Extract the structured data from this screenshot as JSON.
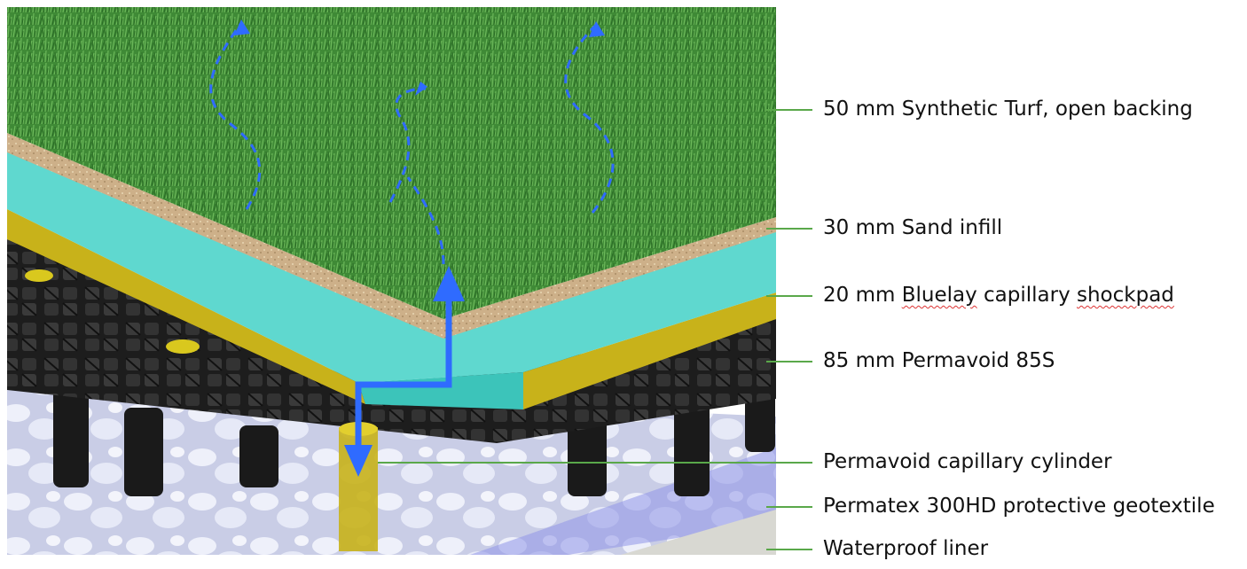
{
  "colors": {
    "leader_line": "#5aa84a",
    "flow_arrow": "#2f6bff",
    "turf": "#3f8a36",
    "sand": "#cdb089",
    "shockpad_top": "#5fd8cf",
    "shockpad_core": "#c8b21a",
    "crate": "#1f1f1f",
    "geotextile": "#8f95e8",
    "liner": "#d8d8d2"
  },
  "labels": [
    {
      "text": "50 mm Synthetic Turf, open backing"
    },
    {
      "text": "30 mm Sand infill"
    },
    {
      "pre": "20 mm ",
      "mark1": "Bluelay",
      "mid": " capillary ",
      "mark2": "shockpad"
    },
    {
      "text": "85 mm Permavoid 85S"
    },
    {
      "text": "Permavoid capillary cylinder"
    },
    {
      "text": "Permatex 300HD protective geotextile"
    },
    {
      "text": "Waterproof liner"
    }
  ]
}
